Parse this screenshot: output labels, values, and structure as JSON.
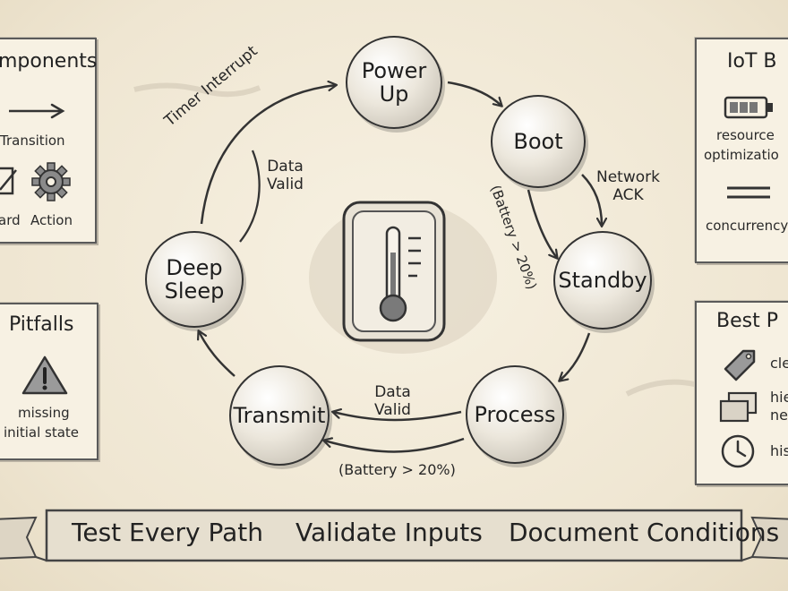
{
  "components_panel": {
    "title": "mponents",
    "transition_label": "Transition",
    "guard_label": "ard",
    "action_label": "Action"
  },
  "pitfalls_panel": {
    "title": "Pitfalls",
    "line1": "missing",
    "line2": "initial state"
  },
  "iot_panel": {
    "title": "IoT B",
    "resource_line1": "resource",
    "resource_line2": "optimizatio",
    "concurrency": "concurrency"
  },
  "best_panel": {
    "title": "Best P",
    "item1": "cle",
    "item2_line1": "hie",
    "item2_line2": "ne",
    "item3": "his"
  },
  "states": {
    "power_up": {
      "line1": "Power",
      "line2": "Up"
    },
    "boot": "Boot",
    "standby": "Standby",
    "process": "Process",
    "transmit": "Transmit",
    "deep_sleep": {
      "line1": "Deep",
      "line2": "Sleep"
    }
  },
  "transitions": {
    "timer_interrupt": "Timer Interrupt",
    "data_valid_inner": {
      "line1": "Data",
      "line2": "Valid"
    },
    "network_ack": {
      "line1": "Network",
      "line2": "ACK"
    },
    "battery_guard": "(Battery > 20%)",
    "data_valid_bottom": {
      "line1": "Data",
      "line2": "Valid"
    },
    "battery_guard_bottom": "(Battery > 20%)"
  },
  "banner": {
    "item1": "Test Every Path",
    "item2": "Validate Inputs",
    "item3": "Document Conditions"
  },
  "icons": [
    "right-arrow-icon",
    "guard-checkbox-icon",
    "gear-icon",
    "warning-icon",
    "battery-icon",
    "double-line-icon",
    "tag-icon",
    "stacked-windows-icon",
    "clock-icon",
    "thermometer-device-icon"
  ],
  "colors": {
    "paper": "#f3ecdb",
    "ink": "#2a2a2a",
    "node_fill": "#ece7dc"
  }
}
